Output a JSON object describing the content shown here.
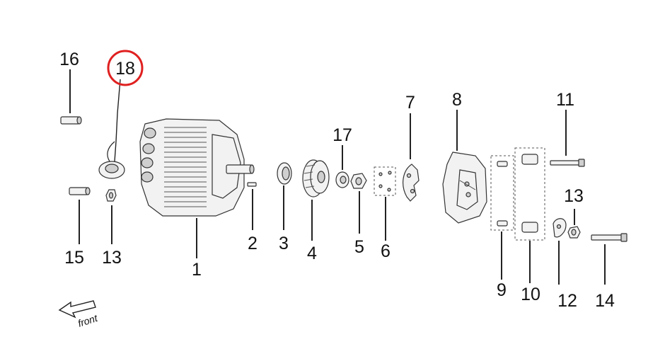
{
  "callouts": [
    {
      "id": "1",
      "label": "1"
    },
    {
      "id": "2",
      "label": "2"
    },
    {
      "id": "3",
      "label": "3"
    },
    {
      "id": "4",
      "label": "4"
    },
    {
      "id": "5",
      "label": "5"
    },
    {
      "id": "6",
      "label": "6"
    },
    {
      "id": "7",
      "label": "7"
    },
    {
      "id": "8",
      "label": "8"
    },
    {
      "id": "9",
      "label": "9"
    },
    {
      "id": "10",
      "label": "10"
    },
    {
      "id": "11",
      "label": "11"
    },
    {
      "id": "12",
      "label": "12"
    },
    {
      "id": "13a",
      "label": "13"
    },
    {
      "id": "13b",
      "label": "13"
    },
    {
      "id": "14",
      "label": "14"
    },
    {
      "id": "15",
      "label": "15"
    },
    {
      "id": "16",
      "label": "16"
    },
    {
      "id": "17",
      "label": "17"
    },
    {
      "id": "18",
      "label": "18"
    }
  ],
  "highlighted_part": "18",
  "highlight_color": "#e02020",
  "direction_label": "front",
  "icons": {
    "front_arrow": "front-arrow-icon"
  }
}
